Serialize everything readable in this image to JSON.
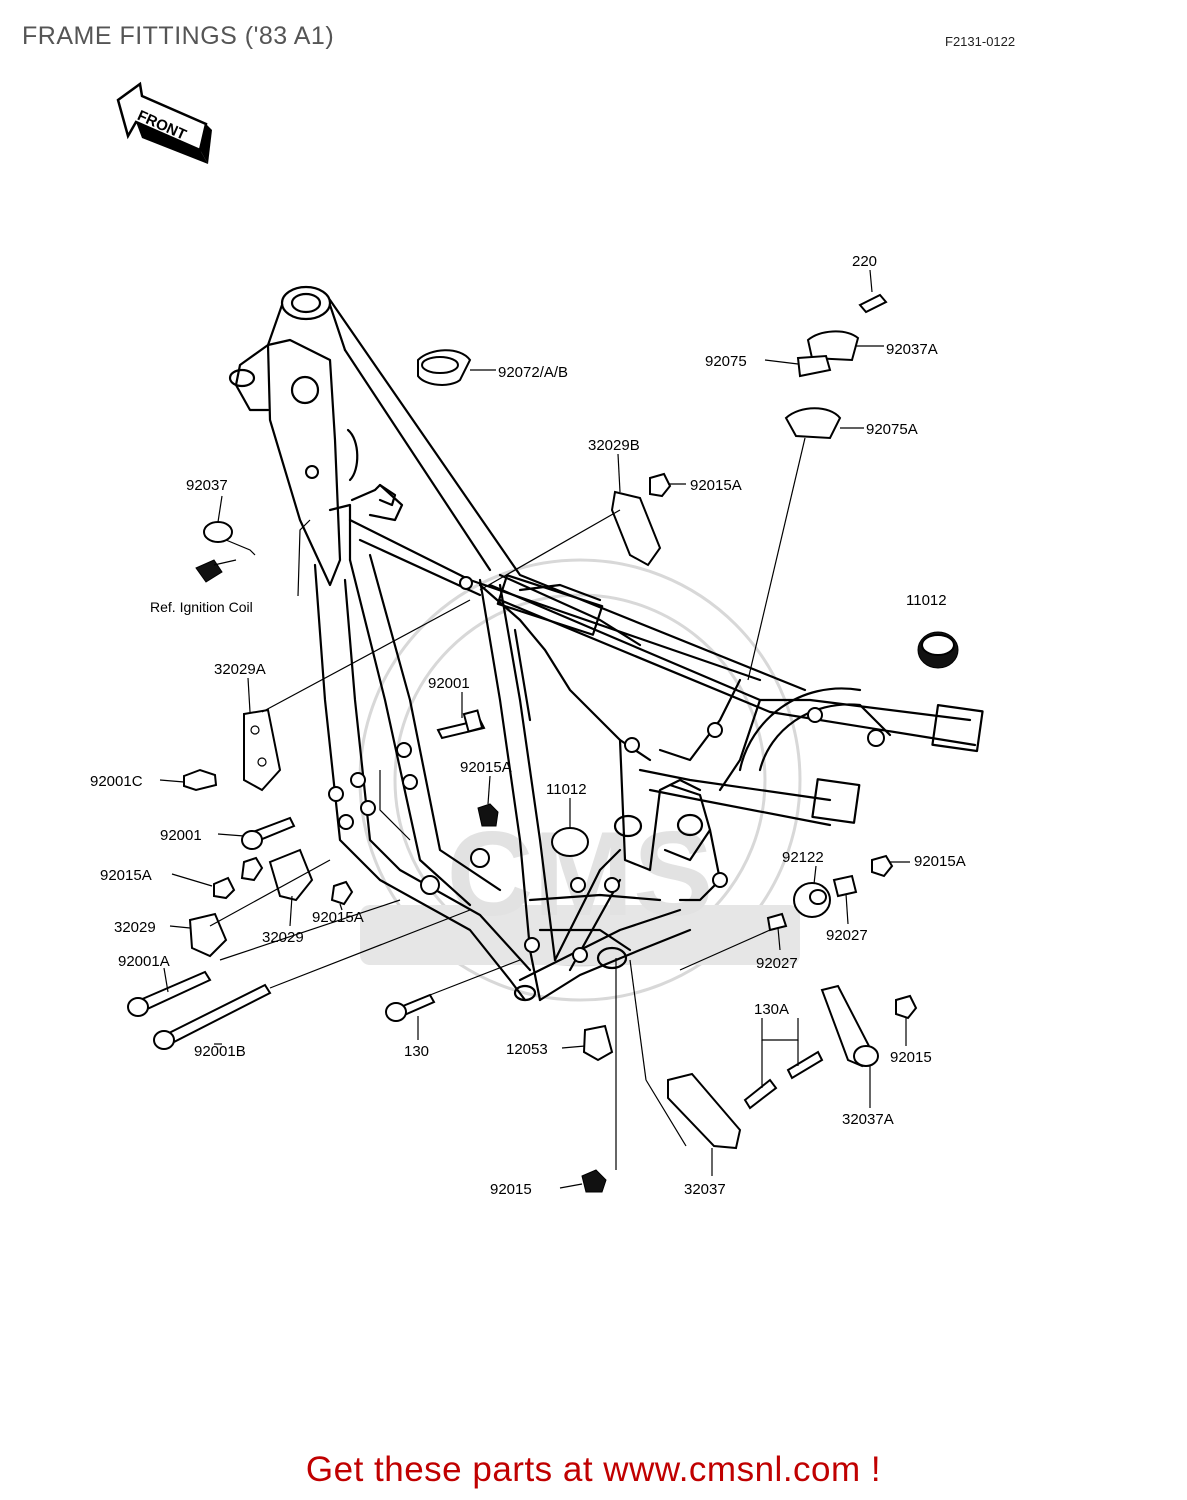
{
  "header": {
    "title": "FRAME FITTINGS ('83 A1)",
    "code": "F2131-0122"
  },
  "arrow_label": "FRONT",
  "callouts": [
    {
      "id": "220",
      "text": "220"
    },
    {
      "id": "92037A",
      "text": "92037A"
    },
    {
      "id": "92075",
      "text": "92075"
    },
    {
      "id": "92075A",
      "text": "92075A"
    },
    {
      "id": "92072AB",
      "text": "92072/A/B"
    },
    {
      "id": "32029B",
      "text": "32029B"
    },
    {
      "id": "92015A_1",
      "text": "92015A"
    },
    {
      "id": "92037",
      "text": "92037"
    },
    {
      "id": "ref_ignition",
      "text": "Ref. Ignition Coil"
    },
    {
      "id": "11012_1",
      "text": "11012"
    },
    {
      "id": "32029A",
      "text": "32029A"
    },
    {
      "id": "92001_1",
      "text": "92001"
    },
    {
      "id": "92001C",
      "text": "92001C"
    },
    {
      "id": "92015A_2",
      "text": "92015A"
    },
    {
      "id": "11012_2",
      "text": "11012"
    },
    {
      "id": "92001_2",
      "text": "92001"
    },
    {
      "id": "92122",
      "text": "92122"
    },
    {
      "id": "92015A_3",
      "text": "92015A"
    },
    {
      "id": "92015A_4",
      "text": "92015A"
    },
    {
      "id": "32029_1",
      "text": "32029"
    },
    {
      "id": "32029_2",
      "text": "32029"
    },
    {
      "id": "92015A_5",
      "text": "92015A"
    },
    {
      "id": "92027_1",
      "text": "92027"
    },
    {
      "id": "92027_2",
      "text": "92027"
    },
    {
      "id": "92001A",
      "text": "92001A"
    },
    {
      "id": "130A",
      "text": "130A"
    },
    {
      "id": "130",
      "text": "130"
    },
    {
      "id": "12053",
      "text": "12053"
    },
    {
      "id": "92015_1",
      "text": "92015"
    },
    {
      "id": "92001B",
      "text": "92001B"
    },
    {
      "id": "32037A",
      "text": "32037A"
    },
    {
      "id": "92015_2",
      "text": "92015"
    },
    {
      "id": "32037",
      "text": "32037"
    }
  ],
  "footer": {
    "text": "Get these parts at www.cmsnl.com !"
  }
}
